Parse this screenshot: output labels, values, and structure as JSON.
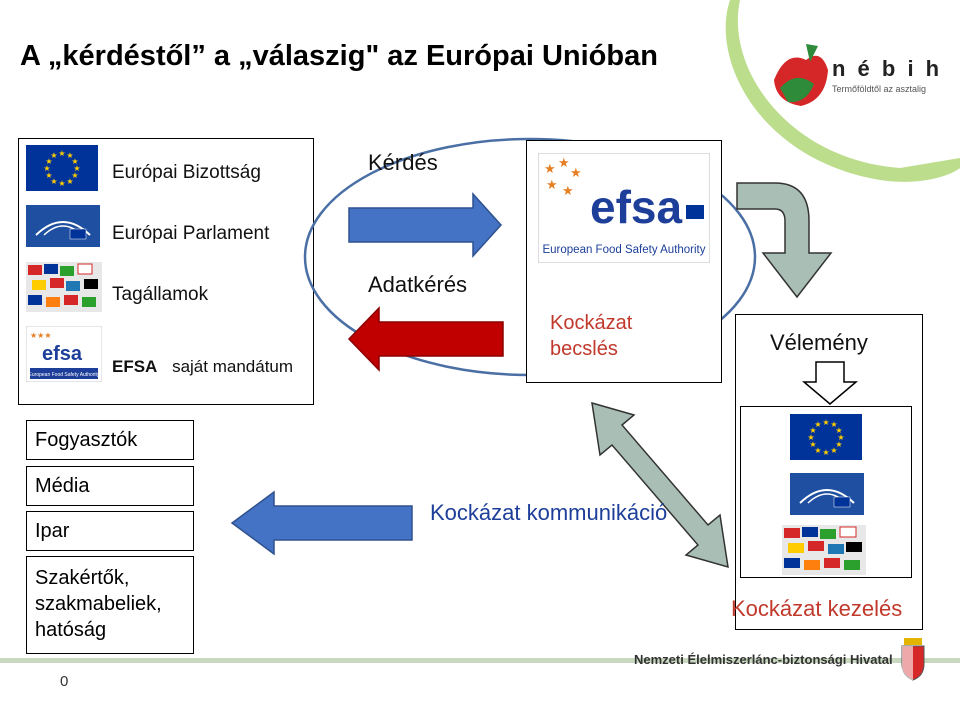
{
  "title": "A „kérdéstől” a „válaszig\" az Európai Unióban",
  "logo": {
    "text": "n é b i h",
    "subtitle": "Termőföldtől az asztalig"
  },
  "requesters": [
    {
      "label": "Európai Bizottság"
    },
    {
      "label": "Európai Parlament"
    },
    {
      "label": "Tagállamok"
    },
    {
      "label_bold": "EFSA",
      "label_rest": "saját mandátum"
    }
  ],
  "arrows": {
    "question": "Kérdés",
    "data_request": "Adatkérés"
  },
  "efsa": {
    "brand": "efsa",
    "full_name": "European Food Safety Authority",
    "mini_full_name": "European Food Safety Authority"
  },
  "risk_assessment": "Kockázat becslés",
  "opinion": "Vélemény",
  "risk_management": "Kockázat kezelés",
  "risk_communication": "Kockázat kommunikáció",
  "audiences": [
    "Fogyasztók",
    "Média",
    "Ipar",
    "Szakértők, szakmabeliek, hatóság"
  ],
  "footer": {
    "agency": "Nemzeti Élelmiszerlánc-biztonsági Hivatal",
    "page_number": "0"
  },
  "colors": {
    "blue_arrow": "#4472c4",
    "red_arrow": "#c00000",
    "grey_arrow": "#a9bfb5",
    "eu_blue": "#003399",
    "eu_gold": "#ffcc00",
    "text_red": "#c0392b"
  }
}
